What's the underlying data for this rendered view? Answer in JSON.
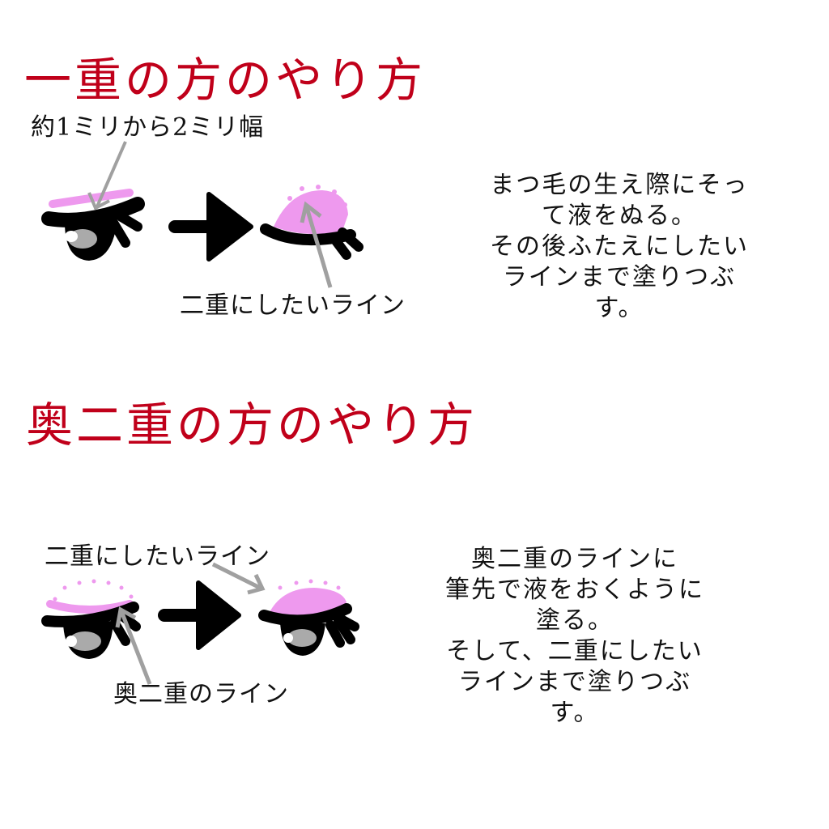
{
  "section1": {
    "title": "一重の方のやり方",
    "label_width": "約1ミリから2ミリ幅",
    "label_target": "二重にしたいライン",
    "description": [
      "まつ毛の生え際にそっ",
      "て液をぬる。",
      "その後ふたえにしたい",
      "ラインまで塗りつぶ",
      "す。"
    ]
  },
  "section2": {
    "title": "奥二重の方のやり方",
    "label_target": "二重にしたいライン",
    "label_inner": "奥二重のライン",
    "description": [
      "奥二重のラインに",
      "筆先で液をおくように",
      "塗る。",
      "そして、二重にしたい",
      "ラインまで塗りつぶ",
      "す。"
    ]
  },
  "colors": {
    "title_red": "#c0001a",
    "pink": "#ee99ee",
    "gray_arrow": "#a0a0a0",
    "black": "#000000"
  }
}
